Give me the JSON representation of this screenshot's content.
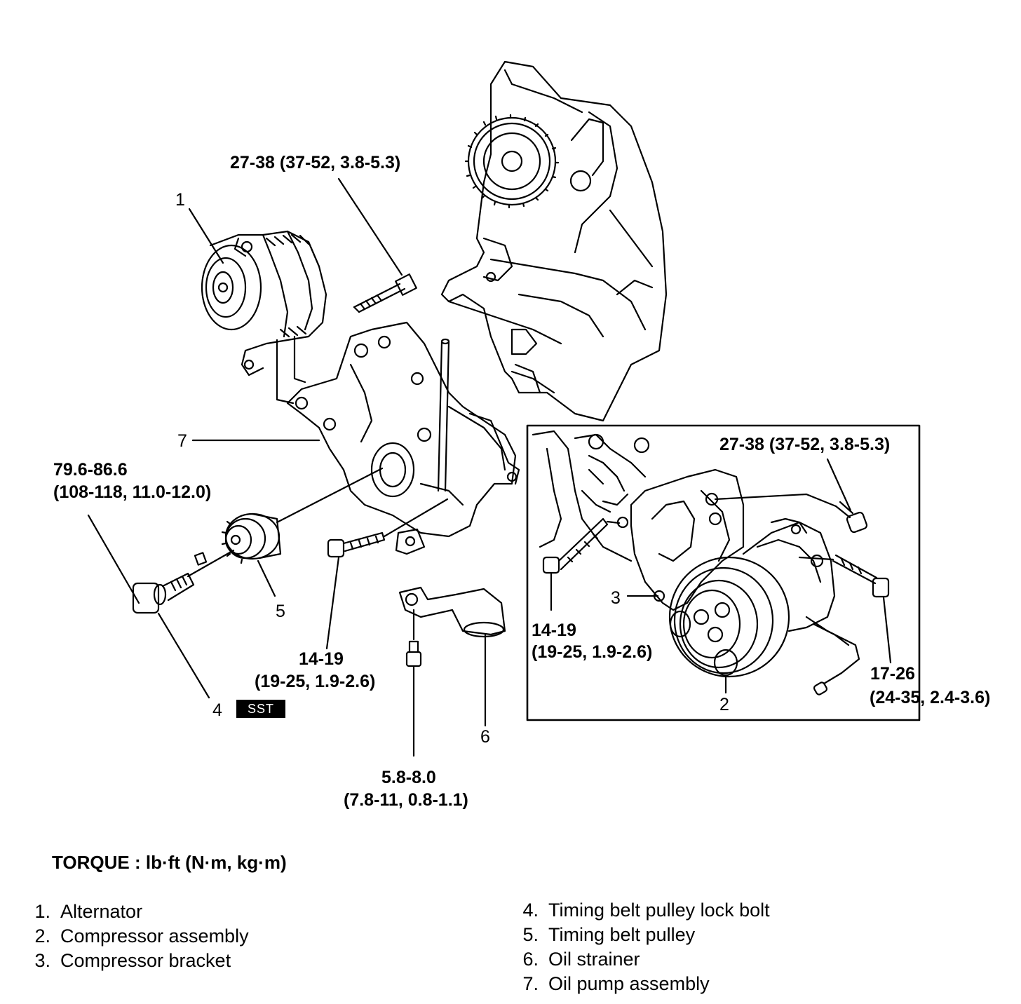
{
  "torque_specs": {
    "alternator_bolt": "27-38 (37-52, 3.8-5.3)",
    "pulley_lock_bolt_line1": "79.6-86.6",
    "pulley_lock_bolt_line2": "(108-118, 11.0-12.0)",
    "pump_bolt_line1": "14-19",
    "pump_bolt_line2": "(19-25, 1.9-2.6)",
    "strainer_bolt_line1": "5.8-8.0",
    "strainer_bolt_line2": "(7.8-11, 0.8-1.1)",
    "compressor_top_bolt": "27-38 (37-52, 3.8-5.3)",
    "compressor_left_bolt_line1": "14-19",
    "compressor_left_bolt_line2": "(19-25, 1.9-2.6)",
    "compressor_right_bolt_line1": "17-26",
    "compressor_right_bolt_line2": "(24-35, 2.4-3.6)"
  },
  "callouts": {
    "n1": "1",
    "n2": "2",
    "n3": "3",
    "n4": "4",
    "n5": "5",
    "n6": "6",
    "n7": "7"
  },
  "sst_badge": "SST",
  "torque_heading": "TORQUE : lb·ft (N·m, kg·m)",
  "legend_left": [
    {
      "num": "1.",
      "label": "Alternator"
    },
    {
      "num": "2.",
      "label": "Compressor assembly"
    },
    {
      "num": "3.",
      "label": "Compressor bracket"
    }
  ],
  "legend_right": [
    {
      "num": "4.",
      "label": "Timing belt pulley lock bolt"
    },
    {
      "num": "5.",
      "label": "Timing belt pulley"
    },
    {
      "num": "6.",
      "label": "Oil strainer"
    },
    {
      "num": "7.",
      "label": "Oil pump assembly"
    }
  ]
}
